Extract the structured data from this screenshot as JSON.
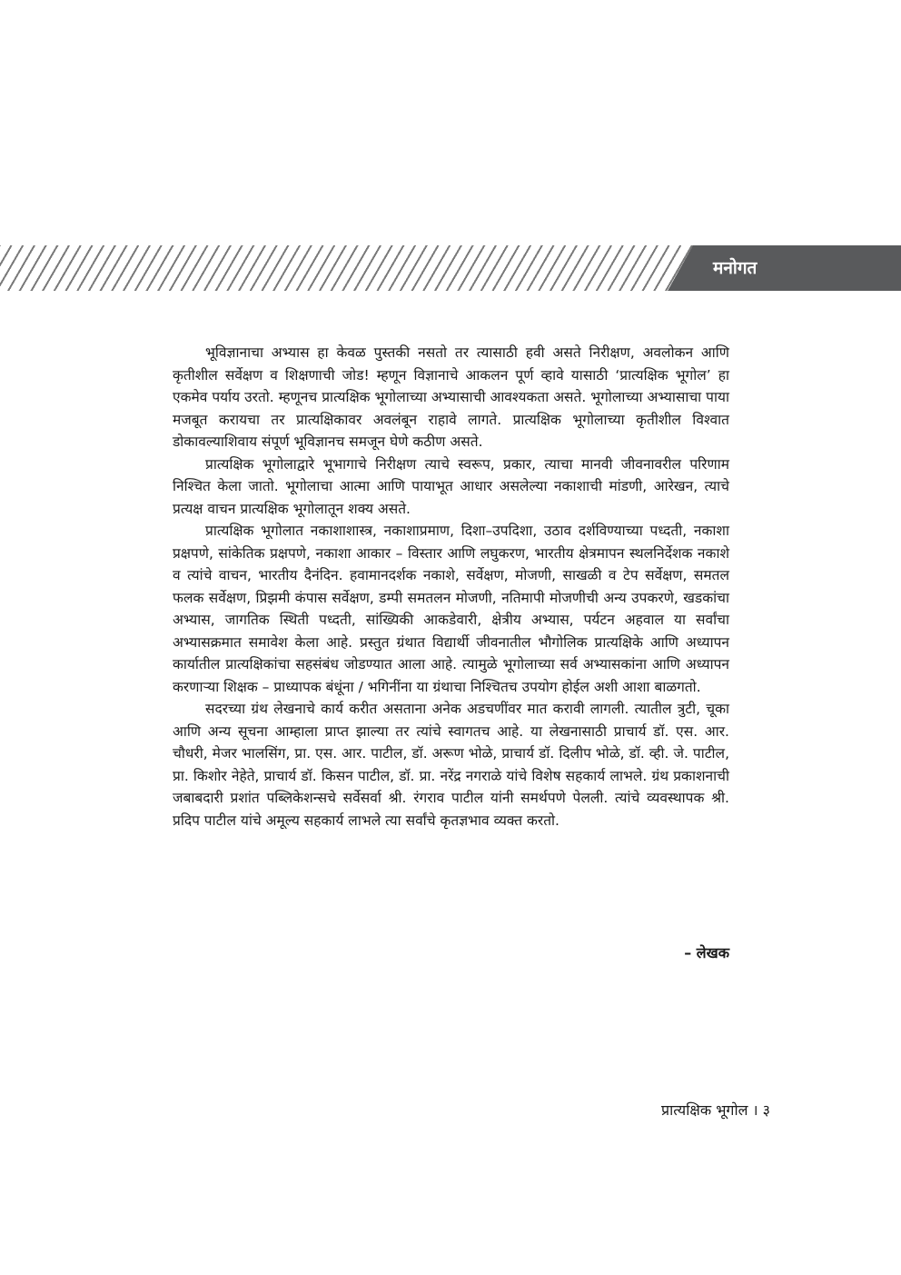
{
  "header": {
    "title": "मनोगत"
  },
  "paragraphs": [
    "भूविज्ञानाचा अभ्यास हा केवळ पुस्तकी नसतो तर त्यासाठी हवी असते निरीक्षण, अवलोकन आणि कृतीशील सर्वेक्षण व शिक्षणाची जोड! म्हणून विज्ञानाचे आकलन पूर्ण व्हावे यासाठी ‘प्रात्यक्षिक भूगोल’ हा एकमेव पर्याय उरतो. म्हणूनच प्रात्यक्षिक भूगोलाच्या अभ्यासाची आवश्यकता असते. भूगोलाच्या अभ्यासाचा पाया मजबूत करायचा तर प्रात्यक्षिकावर अवलंबून राहावे लागते. प्रात्यक्षिक भूगोलाच्या कृतीशील विश्वात डोकावल्याशिवाय संपूर्ण भूविज्ञानच समजून घेणे कठीण असते.",
    "प्रात्यक्षिक भूगोलाद्वारे भूभागाचे निरीक्षण त्याचे स्वरूप, प्रकार, त्याचा मानवी जीवनावरील परिणाम निश्चित केला जातो. भूगोलाचा आत्मा आणि पायाभूत आधार असलेल्या नकाशाची मांडणी, आरेखन, त्याचे प्रत्यक्ष वाचन प्रात्यक्षिक भूगोलातून शक्य असते.",
    "प्रात्यक्षिक भूगोलात नकाशाशास्त्र, नकाशाप्रमाण, दिशा–उपदिशा, उठाव दर्शविण्याच्या पध्दती, नकाशा प्रक्षपणे, सांकेतिक प्रक्षपणे, नकाशा आकार – विस्तार आणि लघुकरण, भारतीय क्षेत्रमापन स्थलनिर्देशक नकाशे व त्यांचे वाचन, भारतीय दैनंदिन. हवामानदर्शक नकाशे, सर्वेक्षण, मोजणी, साखळी व टेप सर्वेक्षण, समतल फलक सर्वेक्षण, प्रिझमी कंपास सर्वेक्षण, डम्पी समतलन मोजणी, नतिमापी मोजणीची अन्य उपकरणे, खडकांचा अभ्यास, जागतिक स्थिती पध्दती, सांख्यिकी आकडेवारी, क्षेत्रीय अभ्यास, पर्यटन अहवाल या सर्वांचा अभ्यासक्रमात समावेश केला आहे. प्रस्तुत ग्रंथात विद्यार्थी जीवनातील भौगोलिक प्रात्यक्षिके आणि अध्यापन कार्यातील प्रात्यक्षिकांचा सहसंबंध जोडण्यात आला आहे. त्यामुळे भूगोलाच्या सर्व अभ्यासकांना आणि अध्यापन करणाऱ्या शिक्षक – प्राध्यापक बंधूंना / भगिनींना या ग्रंथाचा निश्चितच उपयोग होईल अशी आशा बाळगतो.",
    "सदरच्या ग्रंथ लेखनाचे कार्य करीत असताना अनेक अडचणींवर मात करावी लागली. त्यातील त्रुटी, चूका आणि अन्य सूचना आम्हाला प्राप्त झाल्या तर त्यांचे स्वागतच आहे. या लेखनासाठी प्राचार्य डॉ. एस. आर. चौधरी, मेजर भालसिंग, प्रा. एस. आर. पाटील, डॉ. अरूण भोळे, प्राचार्य डॉ. दिलीप भोळे, डॉ. व्ही. जे. पाटील, प्रा. किशोर नेहेते, प्राचार्य डॉ. किसन पाटील, डॉ. प्रा. नरेंद्र नगराळे यांचे विशेष सहकार्य लाभले. ग्रंथ प्रकाशनाची जबाबदारी प्रशांत पब्लिकेशन्सचे सर्वेसर्वा श्री. रंगराव पाटील यांनी समर्थपणे पेलली. त्यांचे व्यवस्थापक श्री. प्रदिप पाटील यांचे अमूल्य सहकार्य लाभले त्या सर्वांचे कृतज्ञभाव व्यक्त करतो."
  ],
  "signature": "– लेखक",
  "footer": {
    "page_label": "प्रात्यक्षिक भूगोल । ३"
  }
}
